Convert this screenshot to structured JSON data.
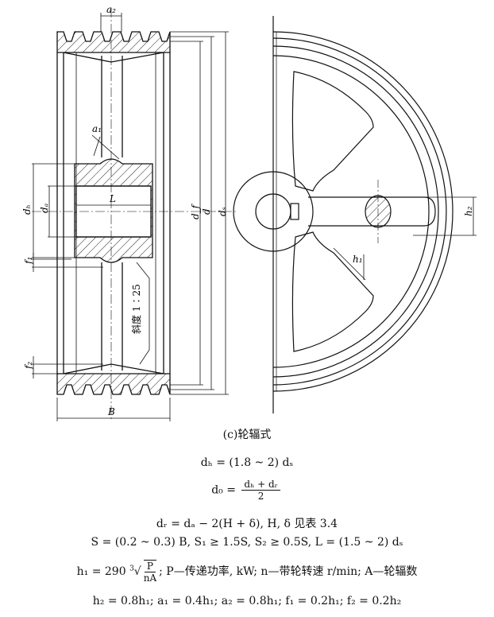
{
  "labels": {
    "a2": "a₂",
    "a1": "a₁",
    "L": "L",
    "dh": "dₕ",
    "da": "dₐ",
    "df": "d_f",
    "d": "d",
    "ds": "dₛ",
    "f1": "f₁",
    "f2": "f₂",
    "B": "B",
    "taper": "斜度 1∶25",
    "h1": "h₁",
    "h2": "h₂"
  },
  "caption": "(c)轮辐式",
  "formulas": {
    "f1": "dₕ = (1.8 ~ 2) dₛ",
    "f2_lhs": "d₀ =",
    "f2_num": "dₕ + dᵣ",
    "f2_den": "2",
    "f3": "dᵣ = dₐ − 2(H + δ), H, δ 见表 3.4",
    "f4": "S = (0.2 ~ 0.3) B, S₁ ≥ 1.5S, S₂ ≥ 0.5S, L = (1.5 ~ 2) dₛ",
    "f5_lhs": "h₁ = 290",
    "f5_root_index": "3",
    "f5_num": "P",
    "f5_den": "nA",
    "f5_rhs": "; P—传递功率, kW; n—带轮转速 r/min; A—轮辐数",
    "f6": "h₂ = 0.8h₁; a₁ = 0.4h₁; a₂ = 0.8h₁; f₁ = 0.2h₁; f₂ = 0.2h₂"
  }
}
